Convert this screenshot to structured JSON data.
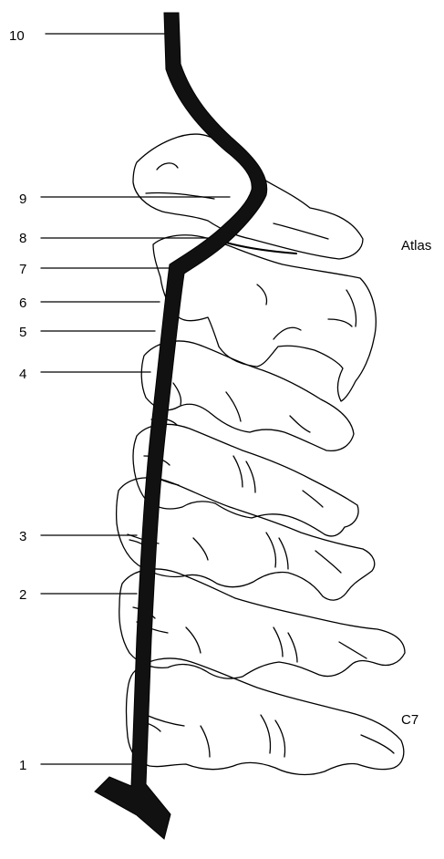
{
  "figure": {
    "labels": {
      "n10": "10",
      "n9": "9",
      "n8": "8",
      "n7": "7",
      "n6": "6",
      "n5": "5",
      "n4": "4",
      "n3": "3",
      "n2": "2",
      "n1": "1",
      "atlas": "Atlas",
      "c7": "C7"
    }
  }
}
